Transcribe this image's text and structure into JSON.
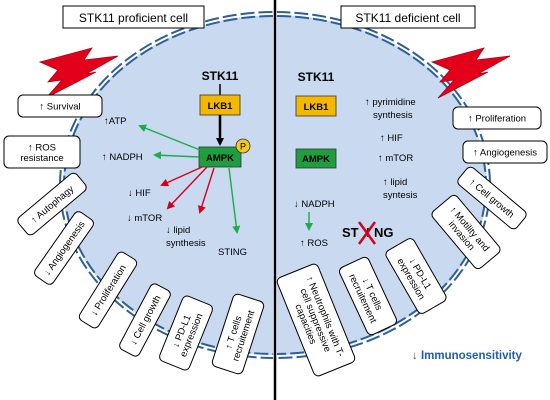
{
  "left_panel": {
    "title": "STK11 proficient cell",
    "stk11": "STK11",
    "lkb1": "LKB1",
    "ampk": "AMPK",
    "p": "P",
    "atp": "↑ATP",
    "nadph": "↑ NADPH",
    "hif": "↓ HIF",
    "mtor": "↓ mTOR",
    "lipid_1": "↓ lipid",
    "lipid_2": "synthesis",
    "sting": "STING",
    "boxes": [
      [
        "↑ Survival"
      ],
      [
        "↑ ROS",
        "resistance"
      ],
      [
        "↑ Autophagy"
      ],
      [
        "↓ Angiogenesis"
      ],
      [
        "↓ Proliferation"
      ],
      [
        "↓ Cell growth"
      ],
      [
        "↓ PD-L1",
        "expression"
      ],
      [
        "↑ T cells",
        "recruitement"
      ]
    ]
  },
  "right_panel": {
    "title": "STK11 deficient cell",
    "stk11": "STK11",
    "lkb1": "LKB1",
    "ampk": "AMPK",
    "pyr_1": "↑ pyrimidine",
    "pyr_2": "synthesis",
    "hif": "↑ HIF",
    "mtor": "↑ mTOR",
    "lipid_1": "↑ lipid",
    "lipid_2": "syntesis",
    "nadph": "↓ NADPH",
    "ros": "↑ ROS",
    "sting_1": "ST",
    "sting_2": "NG",
    "boxes": [
      [
        "↑ Proliferation"
      ],
      [
        "↑ Angiogenesis"
      ],
      [
        "↑ Cell growth"
      ],
      [
        "↑ Motility and",
        "invasion"
      ],
      [
        "↓ PD-L1",
        "expression"
      ],
      [
        "↓ T cells",
        "recruitement"
      ],
      [
        "↑ Neutrophils with T-",
        "cell suppressive",
        "capacities"
      ]
    ],
    "immunosensitivity": "↓ Immunosensitivity"
  },
  "colors": {
    "cell_fill": "#c9d9ef",
    "membrane": "#2c5f9e",
    "lkb1_fill": "#f5b800",
    "ampk_fill": "#1e9e3e",
    "green_arrow": "#1eab4a",
    "red_arrow": "#d6001c",
    "red_cross": "#d6001c",
    "text_blue": "#1f5fa8",
    "p_fill": "#f4c81e"
  }
}
